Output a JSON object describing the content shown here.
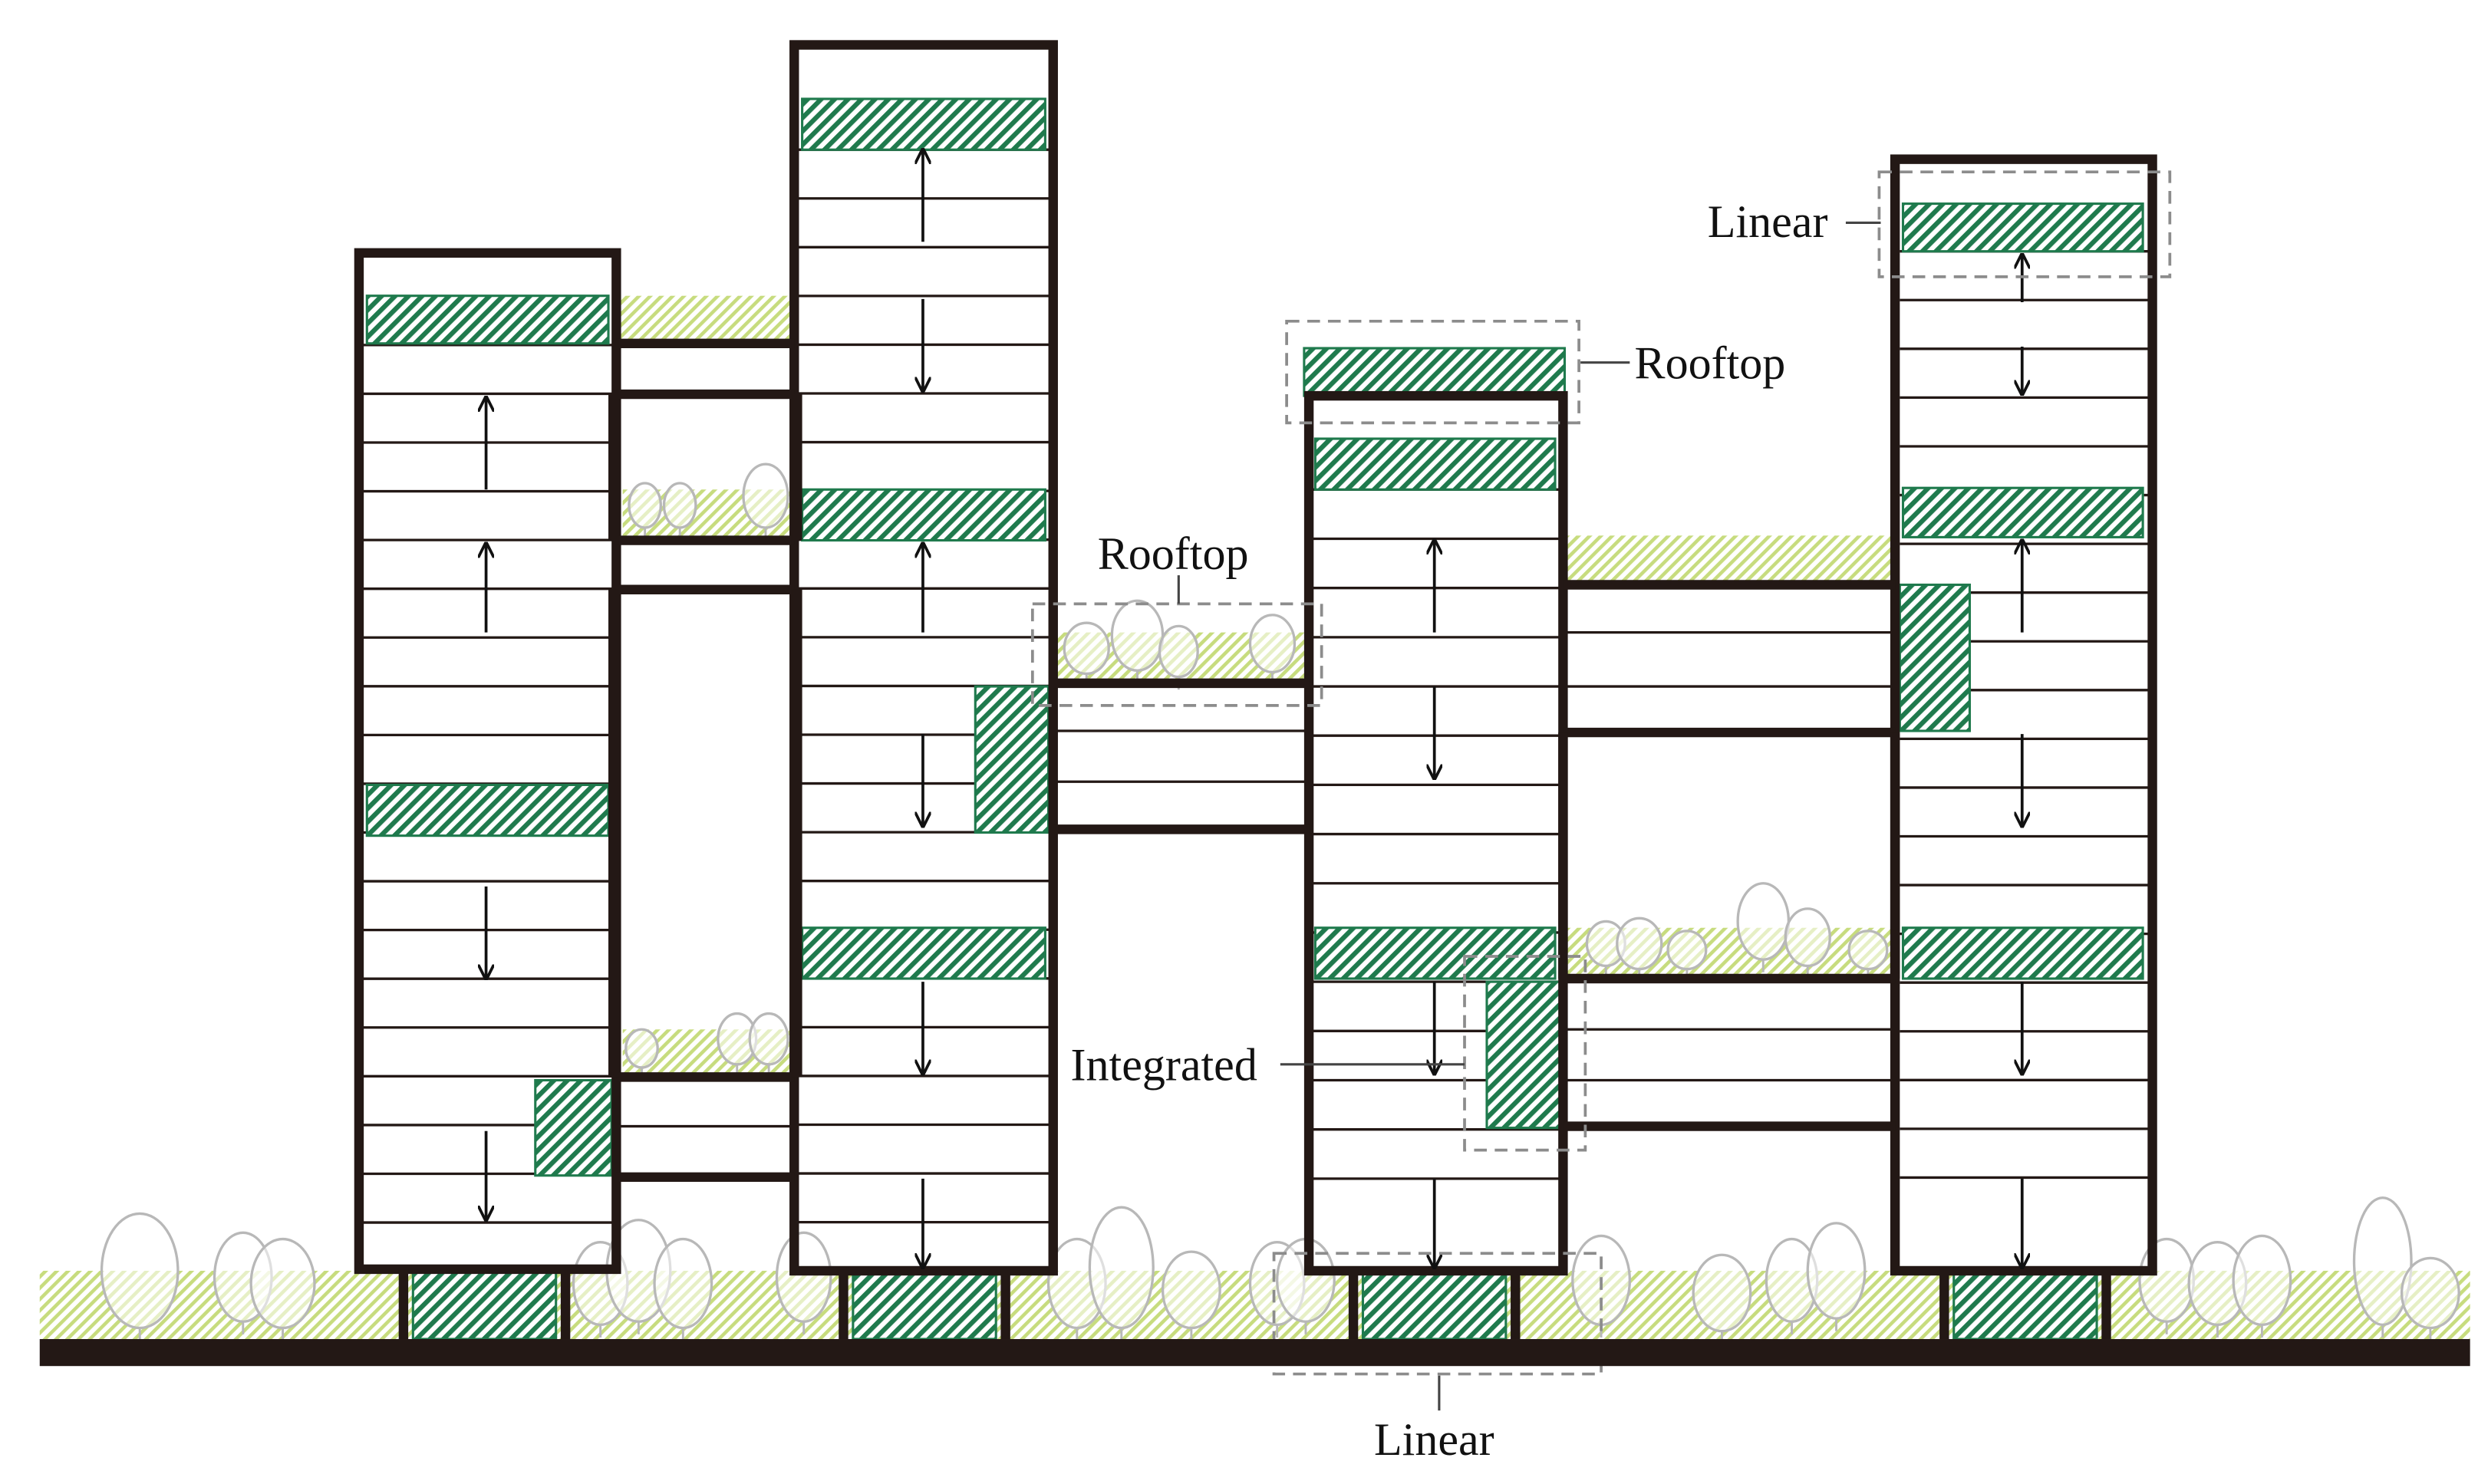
{
  "labels": {
    "linear_top": "Linear",
    "rooftop_right": "Rooftop",
    "rooftop_middle": "Rooftop",
    "integrated": "Integrated",
    "linear_bottom": "Linear"
  },
  "colors": {
    "structure": "#231815",
    "dark_green": "#1f7a4d",
    "light_green": "#cde08a",
    "tree_outline": "#b8b8b8",
    "dashed_box": "#8c8c8c",
    "background": "#ffffff"
  },
  "icons": {
    "trees": "tree-outline-icon",
    "arrows": "double-arrow-icon"
  }
}
